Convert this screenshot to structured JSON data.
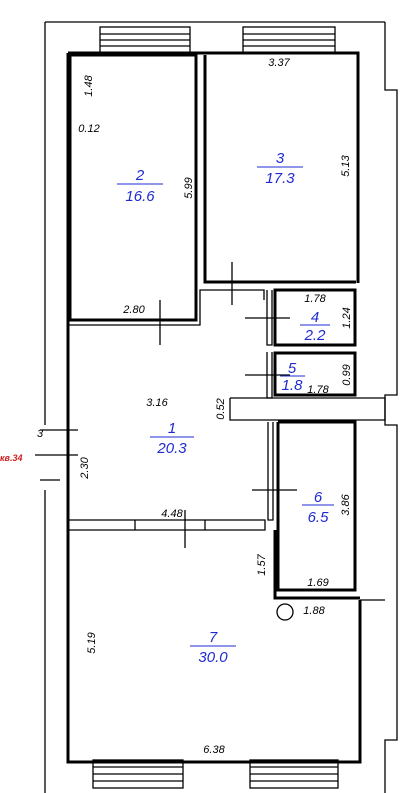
{
  "rooms": [
    {
      "number": "2",
      "area": "16.6"
    },
    {
      "number": "3",
      "area": "17.3"
    },
    {
      "number": "4",
      "area": "2.2"
    },
    {
      "number": "5",
      "area": "1.8"
    },
    {
      "number": "1",
      "area": "20.3"
    },
    {
      "number": "6",
      "area": "6.5"
    },
    {
      "number": "7",
      "area": "30.0"
    }
  ],
  "dimensions": [
    "1.48",
    "0.12",
    "5.99",
    "2.80",
    "3.37",
    "5.13",
    "1.78",
    "1.24",
    "0.99",
    "1.78",
    "3.16",
    "0.52",
    "2.30",
    "4.48",
    "3.86",
    "1.57",
    "1.69",
    "1.88",
    "5.19",
    "6.38"
  ],
  "apartment_label": "кв.34",
  "entrance_mark": "3"
}
